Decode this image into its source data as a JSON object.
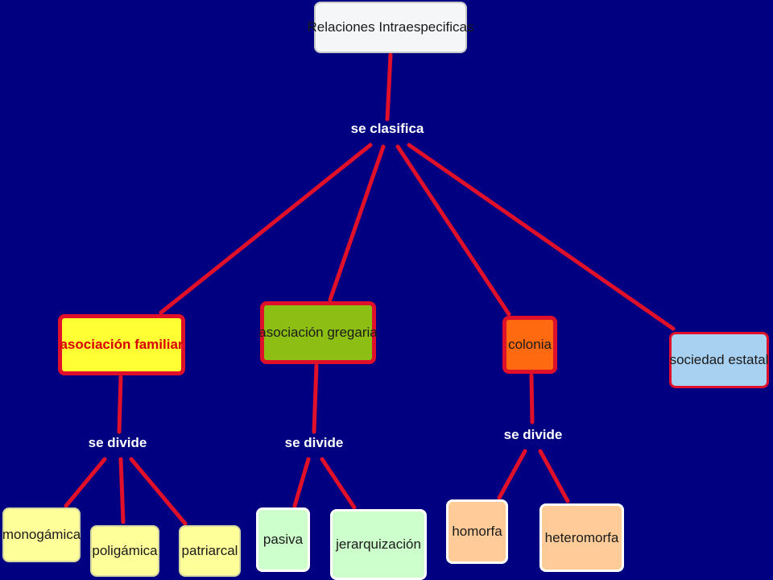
{
  "diagram": {
    "root": "Relaciones Intraespecificas",
    "connector_root": "se clasifica",
    "categories": {
      "familiar": "asociación familiar",
      "gregaria": "asociación gregaria",
      "colonia": "colonia",
      "estatal": "sociedad estatal"
    },
    "connector_divide": "se divide",
    "familiar_types": [
      "monogámica",
      "poligámica",
      "patriarcal"
    ],
    "gregaria_types": [
      "pasiva",
      "jerarquización"
    ],
    "colonia_types": [
      "homorfa",
      "heteromorfa"
    ]
  },
  "colors": {
    "background": "#000080",
    "link": "#e0102a"
  }
}
